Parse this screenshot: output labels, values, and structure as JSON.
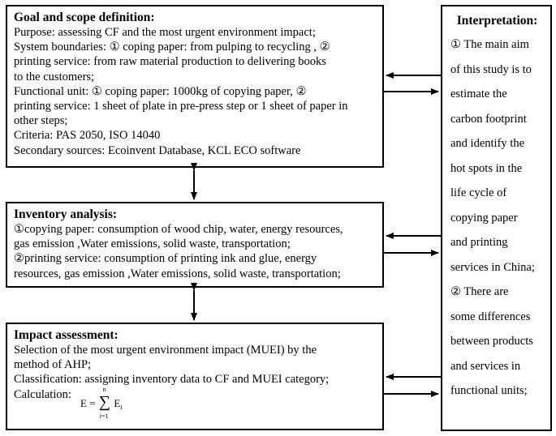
{
  "goal": {
    "title": "Goal and scope definition:",
    "lines": [
      "Purpose: assessing CF and the most urgent environment impact;",
      "System boundaries: ① coping paper: from pulping to recycling , ②",
      "printing service: from raw material production to delivering books",
      "to the customers;",
      "Functional unit: ① coping paper: 1000kg of copying paper, ②",
      "printing service: 1 sheet of plate in pre-press step or 1 sheet of paper in",
      "other steps;",
      "Criteria: PAS 2050, ISO 14040",
      "Secondary sources: Ecoinvent Database, KCL ECO software"
    ]
  },
  "inventory": {
    "title": "Inventory analysis:",
    "lines": [
      "①copying paper: consumption of wood chip, water, energy resources,",
      "gas emission ,Water emissions, solid waste, transportation;",
      "②printing service: consumption of printing ink and glue, energy",
      "resources, gas emission ,Water emissions, solid waste, transportation;"
    ]
  },
  "impact": {
    "title": "Impact assessment:",
    "lines": [
      "Selection of the most urgent environment impact (MUEI) by the",
      "method of AHP;",
      "Classification: assigning inventory data to CF and MUEI category;",
      "Calculation:"
    ],
    "formula": {
      "lhs": "E",
      "eq": "=",
      "sum_symbol": "∑",
      "upper": "n",
      "lower": "i=1",
      "term": "E",
      "term_sub": "i"
    }
  },
  "interpretation": {
    "title": "Interpretation:",
    "lines": [
      "① The main aim",
      "of this study is to",
      "estimate the",
      "carbon footprint",
      "and identify the",
      "hot spots in the",
      "life cycle of",
      "copying paper",
      "and printing",
      "services in China;",
      "② There are",
      "some differences",
      "between products",
      "and services in",
      "functional units;"
    ]
  }
}
